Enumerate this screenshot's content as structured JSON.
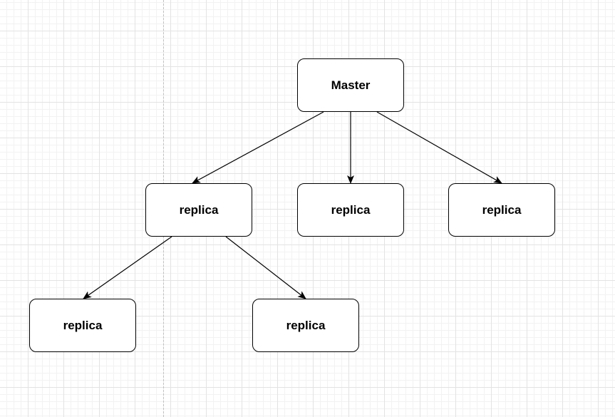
{
  "nodes": {
    "master": {
      "label": "Master"
    },
    "replica_1": {
      "label": "replica"
    },
    "replica_2": {
      "label": "replica"
    },
    "replica_3": {
      "label": "replica"
    },
    "replica_4": {
      "label": "replica"
    },
    "replica_5": {
      "label": "replica"
    }
  },
  "edges": [
    {
      "from": "master",
      "to": "replica_1"
    },
    {
      "from": "master",
      "to": "replica_2"
    },
    {
      "from": "master",
      "to": "replica_3"
    },
    {
      "from": "replica_1",
      "to": "replica_4"
    },
    {
      "from": "replica_1",
      "to": "replica_5"
    }
  ],
  "colors": {
    "node_border": "#000000",
    "node_fill": "#ffffff",
    "edge": "#000000",
    "grid": "#e3e3e3"
  }
}
